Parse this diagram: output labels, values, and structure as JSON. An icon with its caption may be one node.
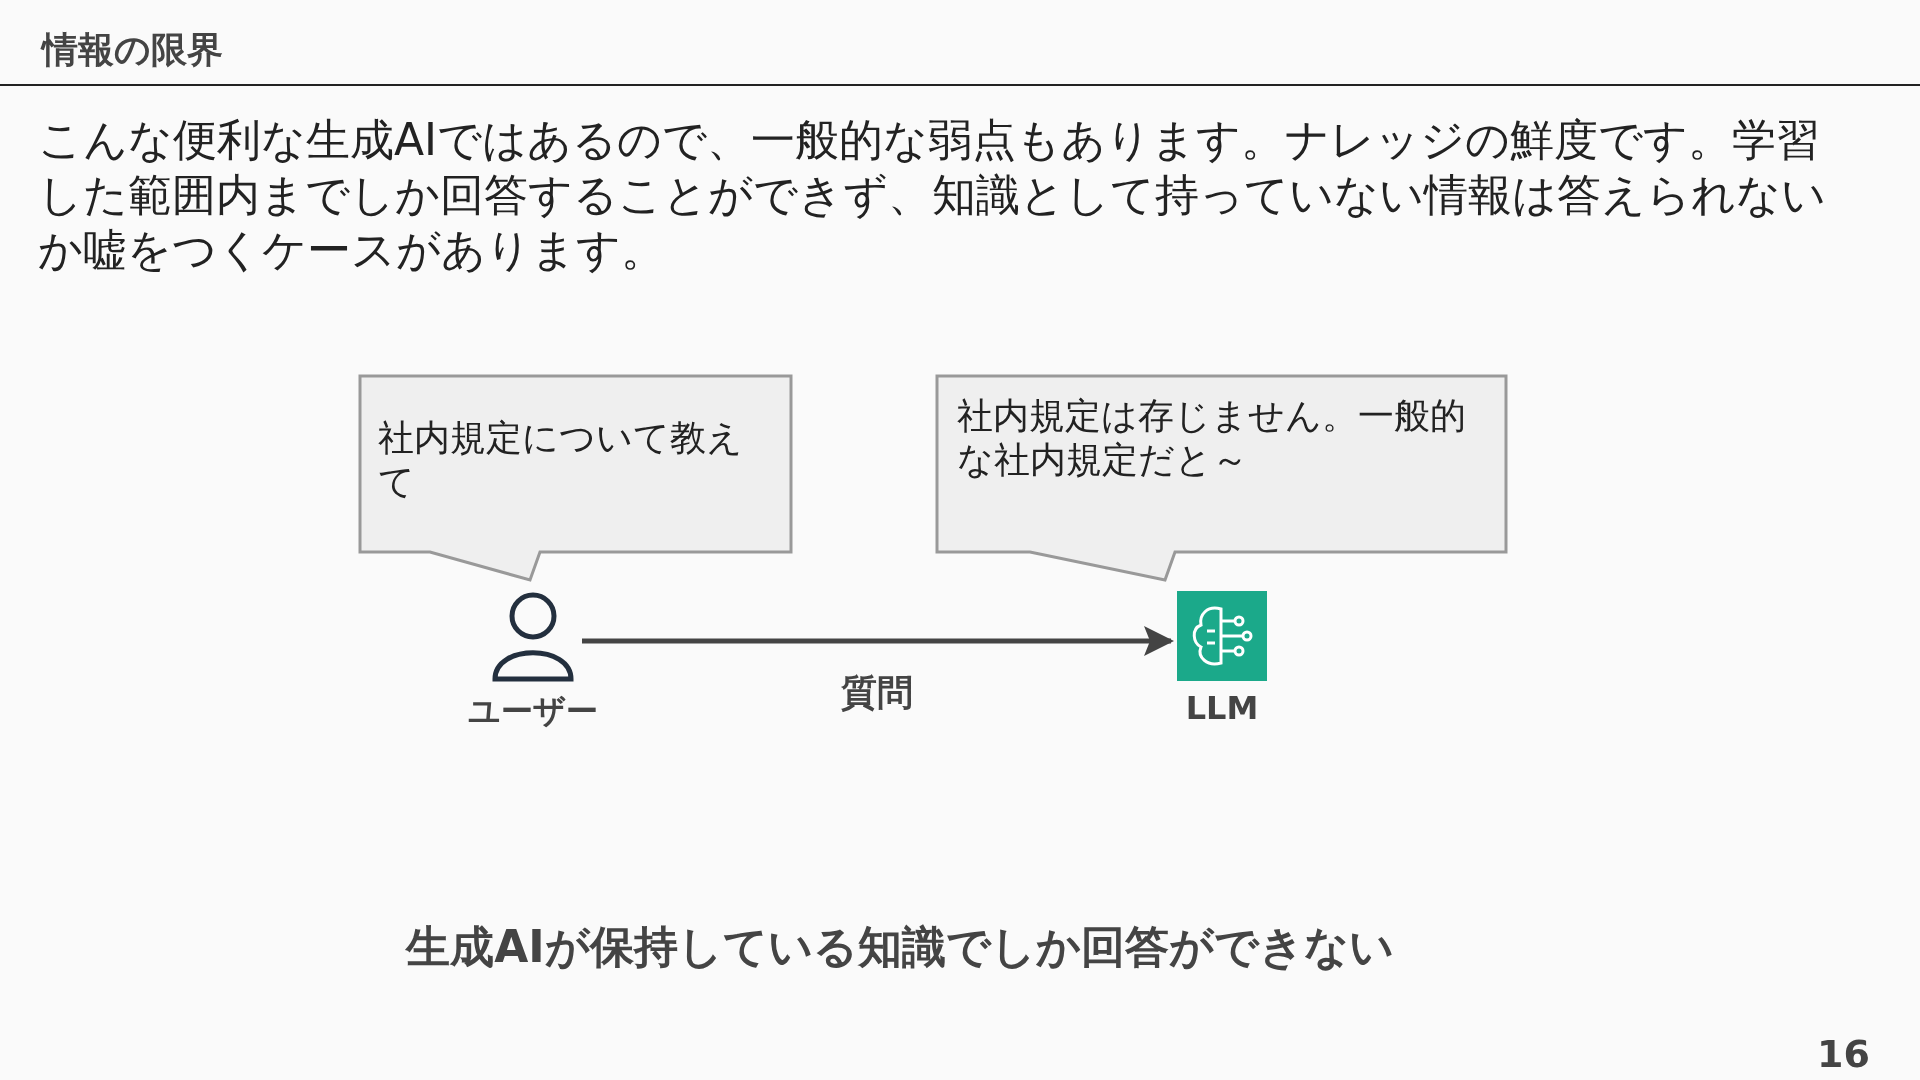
{
  "diagram": {
    "title": "情報の限界",
    "nodes": [
      {
        "text": [
          "社内規定について教えて"
        ]
      },
      {
        "text": [
          "社内規定は存じません。一般的な社内規定だと～"
        ]
      },
      {
        "text": [],
        "shape": "person",
        "beside": [
          "ユーザー"
        ]
      },
      {
        "text": [],
        "shape": "picture",
        "beside": [
          "LLM"
        ]
      }
    ],
    "edges": [
      {
        "from": 2,
        "to": 3,
        "arrow": "to",
        "label": "質問"
      }
    ],
    "labels": [
      "こんな便利な生成AIではあるので、一般的な弱点もあります。ナレッジの鮮度です。学習した範囲内までしか回答することができず、知識として持っていない情報は答えられないか嘘をつくケースがあります。",
      "生成AIが保持している知識でしか回答ができない",
      "16"
    ]
  }
}
